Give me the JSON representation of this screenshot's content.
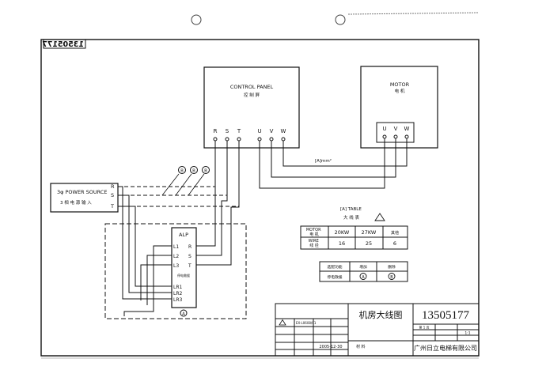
{
  "drawing_number": "13505177",
  "drawing_number_mirrored": "13505177",
  "control_panel": {
    "title": "CONTROL PANEL",
    "subtitle": "控 制 屏",
    "input_terminals": [
      "R",
      "S",
      "T"
    ],
    "output_terminals": [
      "U",
      "V",
      "W"
    ]
  },
  "motor": {
    "title": "MOTOR",
    "subtitle": "电 机",
    "terminals": [
      "U",
      "V",
      "W"
    ]
  },
  "power_source": {
    "title": "3φ POWER SOURCE",
    "subtitle": "3 相 电 源 输 入",
    "terminals": [
      "R",
      "S",
      "T"
    ]
  },
  "wire_size_label": "[A]mm²",
  "callouts": [
    "B",
    "B",
    "B"
  ],
  "alp": {
    "title": "ALP",
    "left_terminals": [
      "L1",
      "L2",
      "L3"
    ],
    "right_terminals": [
      "R",
      "S",
      "T"
    ],
    "middle_label": "停电救援",
    "output_terminals": [
      "LR1",
      "LR2",
      "LR3"
    ],
    "marker": "A"
  },
  "table": {
    "title": "[A] TABLE",
    "subtitle": "大 线 表",
    "warning_mark": "A",
    "rows": [
      [
        "MOTOR\n电 机",
        "20KW",
        "27KW",
        "其他"
      ],
      [
        "WIRE\n线 径",
        "16",
        "25",
        "6"
      ]
    ]
  },
  "legend": {
    "rows": [
      [
        "选配功能",
        "增加",
        "删除"
      ],
      [
        "停电救援",
        "A",
        "B"
      ]
    ]
  },
  "title_block": {
    "drawing_title": "机房大线图",
    "drawing_number": "13505177",
    "company": "广州日立电梯有限公司",
    "date": "2005-12-30",
    "material_label": "材 料",
    "sheet_info": "第 1 页",
    "revision_code": "EX-L0608/01",
    "scale": "1:1"
  }
}
